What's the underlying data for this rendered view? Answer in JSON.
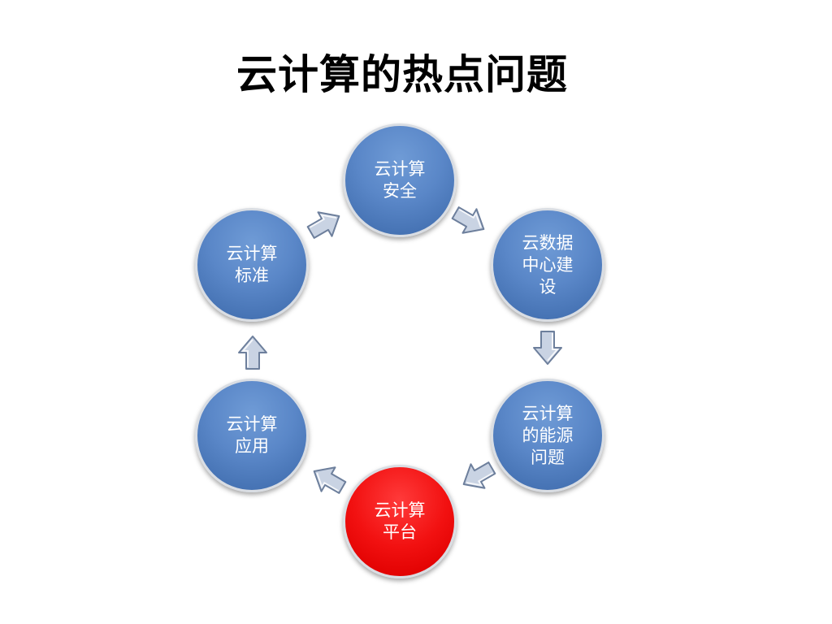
{
  "title": "云计算的热点问题",
  "colors": {
    "node_blue": "#4f7fc1",
    "node_highlight": "#ee0000",
    "arrow_fill": "#c9d3e3",
    "arrow_stroke": "#6d7f9c"
  },
  "nodes": [
    {
      "id": "security",
      "label": "云计算安全",
      "color": "blue"
    },
    {
      "id": "datacenter",
      "label": "云数据中心建设",
      "color": "blue"
    },
    {
      "id": "energy",
      "label": "云计算的能源问题",
      "color": "blue"
    },
    {
      "id": "platform",
      "label": "云计算平台",
      "color": "red"
    },
    {
      "id": "application",
      "label": "云计算应用",
      "color": "blue"
    },
    {
      "id": "standard",
      "label": "云计算标准",
      "color": "blue"
    }
  ],
  "arrows": [
    {
      "from": "security",
      "to": "datacenter",
      "icon": "arrow-right-down-icon"
    },
    {
      "from": "datacenter",
      "to": "energy",
      "icon": "arrow-down-icon"
    },
    {
      "from": "energy",
      "to": "platform",
      "icon": "arrow-left-down-icon"
    },
    {
      "from": "platform",
      "to": "application",
      "icon": "arrow-left-up-icon"
    },
    {
      "from": "application",
      "to": "standard",
      "icon": "arrow-up-icon"
    },
    {
      "from": "standard",
      "to": "security",
      "icon": "arrow-right-up-icon"
    }
  ]
}
